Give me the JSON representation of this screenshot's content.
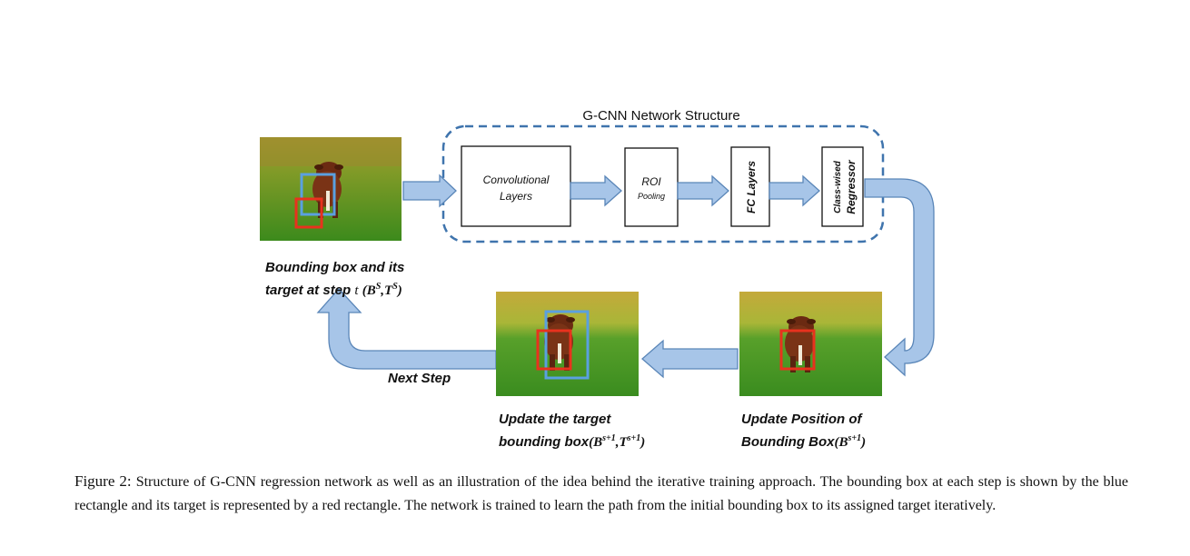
{
  "network": {
    "title": "G-CNN Network Structure",
    "blocks": {
      "conv": [
        "Convolutional",
        "Layers"
      ],
      "roi": [
        "ROI",
        "Pooling"
      ],
      "fc": "FC Layers",
      "reg": [
        "Class-wised",
        "Regressor"
      ]
    }
  },
  "labels": {
    "step_t": {
      "line1": "Bounding box and its",
      "line2": "target at step",
      "var": "t",
      "expr": "(B",
      "sup1": "S",
      "mid": ",T",
      "sup2": "S",
      "end": ")"
    },
    "next_step": "Next Step",
    "update_target": {
      "line1": "Update the target",
      "line2": "bounding box",
      "expr": "(B",
      "sup1": "s+1",
      "mid": ",T",
      "sup2": "s+1",
      "end": ")"
    },
    "update_position": {
      "line1": "Update Position of",
      "line2": "Bounding Box",
      "expr": "(B",
      "sup1": "s+1",
      "end": ")"
    }
  },
  "caption": {
    "prefix": "Figure 2:",
    "text": "Structure of G-CNN regression network as well as an illustration of the idea behind the iterative training approach. The bounding box at each step is shown by the blue rectangle and its target is represented by a red rectangle. The network is trained to learn the path from the initial bounding box to its assigned target iteratively."
  },
  "colors": {
    "arrow_fill": "#a7c5e8",
    "arrow_stroke": "#5a86b8",
    "dash_box": "#3f74ad",
    "bbox_blue": "#5aa0e0",
    "bbox_red": "#e8321e"
  }
}
